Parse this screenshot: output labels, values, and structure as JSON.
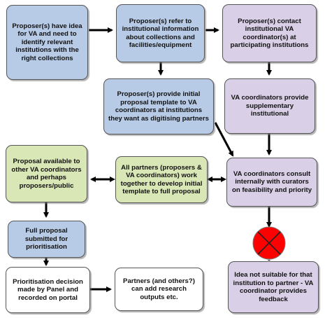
{
  "diagram": {
    "nodes": {
      "n1": {
        "text": "Proposer(s) have idea for VA and need to identify relevant institutions with the right collections",
        "color": "#b7cbe6"
      },
      "n2": {
        "text": "Proposer(s) refer to institutional information about collections and facilities/equipment",
        "color": "#b7cbe6"
      },
      "n3": {
        "text": "Proposer(s) contact institutional VA coordinator(s) at participating institutions",
        "color": "#d9d0e8"
      },
      "n4": {
        "text": "Proposer(s) provide initial proposal template to VA coordinators at institutions they want as digitising partners",
        "color": "#b7cbe6"
      },
      "n5": {
        "text": "VA coordinators provide supplementary institutional",
        "color": "#d9d0e8"
      },
      "n6": {
        "text": "Proposal available to other VA coordinators and perhaps proposers/public",
        "color": "#d9e6b6"
      },
      "n7": {
        "text": "All partners (proposers & VA coordinators) work together to develop initial template to full proposal",
        "color": "#d9e6b6"
      },
      "n8": {
        "text": "VA coordinators consult internally with curators on feasibility and priority",
        "color": "#d9d0e8"
      },
      "n9": {
        "text": "Full proposal submitted for prioritisation",
        "color": "#b7cbe6"
      },
      "n10": {
        "text": "Prioritisation decision made by Panel and recorded on portal",
        "color": "#ffffff"
      },
      "n11": {
        "text": "Partners (and others?) can add research outputs etc.",
        "color": "#ffffff"
      },
      "n12": {
        "text": "Idea not suitable for that institution to partner - VA coordinator provides feedback",
        "color": "#d9d0e8"
      }
    },
    "stop_marker_color": "#ff0000"
  }
}
